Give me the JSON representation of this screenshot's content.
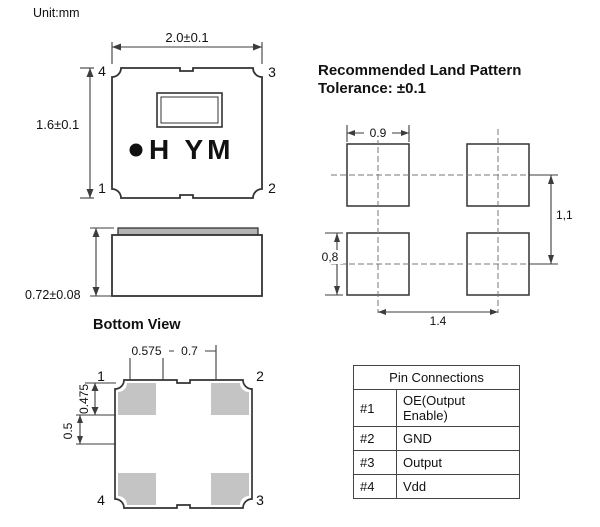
{
  "unit_label": "Unit:mm",
  "top_view": {
    "dim_width": "2.0±0.1",
    "dim_height": "1.6±0.1",
    "marking": "H YM",
    "pin_top_left": "4",
    "pin_top_right": "3",
    "pin_bottom_left": "1",
    "pin_bottom_right": "2"
  },
  "side_view": {
    "dim_height": "0.72±0.08"
  },
  "bottom_view": {
    "title": "Bottom View",
    "dim_left_offset": "0.575",
    "dim_pad_pitch": "0.7",
    "dim_pad_height": "0.475",
    "dim_center_offset": "0.5",
    "pin_top_left": "1",
    "pin_top_right": "2",
    "pin_bottom_left": "4",
    "pin_bottom_right": "3"
  },
  "land_pattern": {
    "title": "Recommended Land Pattern",
    "subtitle": "Tolerance: ±0.1",
    "dim_pad_width": "0.9",
    "dim_row_pitch": "1,1",
    "dim_pad_height": "0,8",
    "dim_col_pitch": "1.4"
  },
  "pin_table": {
    "header": "Pin Connections",
    "rows": [
      {
        "pin": "#1",
        "desc": "OE(Output Enable)"
      },
      {
        "pin": "#2",
        "desc": "GND"
      },
      {
        "pin": "#3",
        "desc": "Output"
      },
      {
        "pin": "#4",
        "desc": "Vdd"
      }
    ]
  },
  "colors": {
    "pad_gray": "#c4c4c4",
    "line": "#3c3c3c"
  }
}
